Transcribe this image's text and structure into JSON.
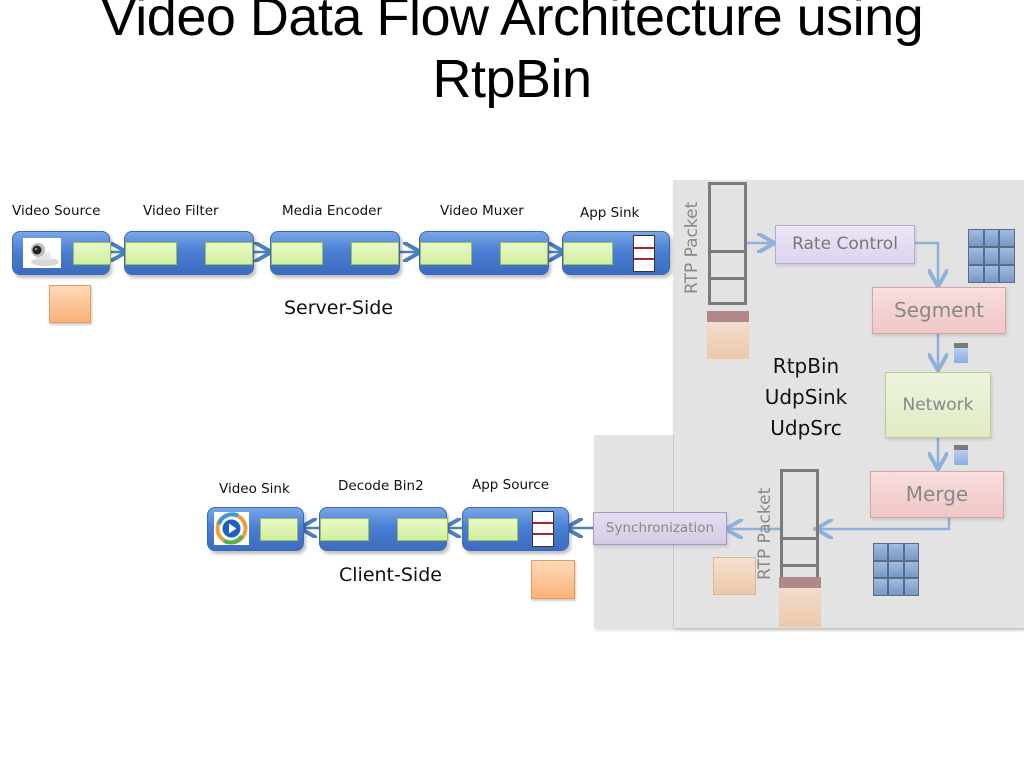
{
  "title": "Video Data Flow Architecture using RtpBin",
  "server": {
    "label": "Server-Side",
    "elements": [
      {
        "name": "Video Source",
        "icon": "webcam-icon"
      },
      {
        "name": "Video Filter"
      },
      {
        "name": "Media Encoder"
      },
      {
        "name": "Video Muxer"
      },
      {
        "name": "App Sink",
        "icon": "queue-icon"
      }
    ]
  },
  "client": {
    "label": "Client-Side",
    "elements": [
      {
        "name": "Video Sink",
        "icon": "media-player-icon"
      },
      {
        "name": "Decode Bin2"
      },
      {
        "name": "App Source",
        "icon": "queue-icon"
      }
    ]
  },
  "network_panel": {
    "rtp_packet_label_top": "RTP Packet",
    "rtp_packet_label_bottom": "RTP Packet",
    "center_lines": [
      "RtpBin",
      "UdpSink",
      "UdpSrc"
    ],
    "stages": {
      "rate_control": "Rate Control",
      "segment": "Segment",
      "network": "Network",
      "merge": "Merge",
      "synchronization": "Synchronization"
    }
  },
  "colors": {
    "element_blue": "#4a7fd4",
    "pad_green": "#d2ef9e",
    "buffer_orange": "#f9b278",
    "panel_gray": "#e3e3e3",
    "arrow_blue": "#4a7fc0",
    "queue_red": "#a4272d"
  }
}
